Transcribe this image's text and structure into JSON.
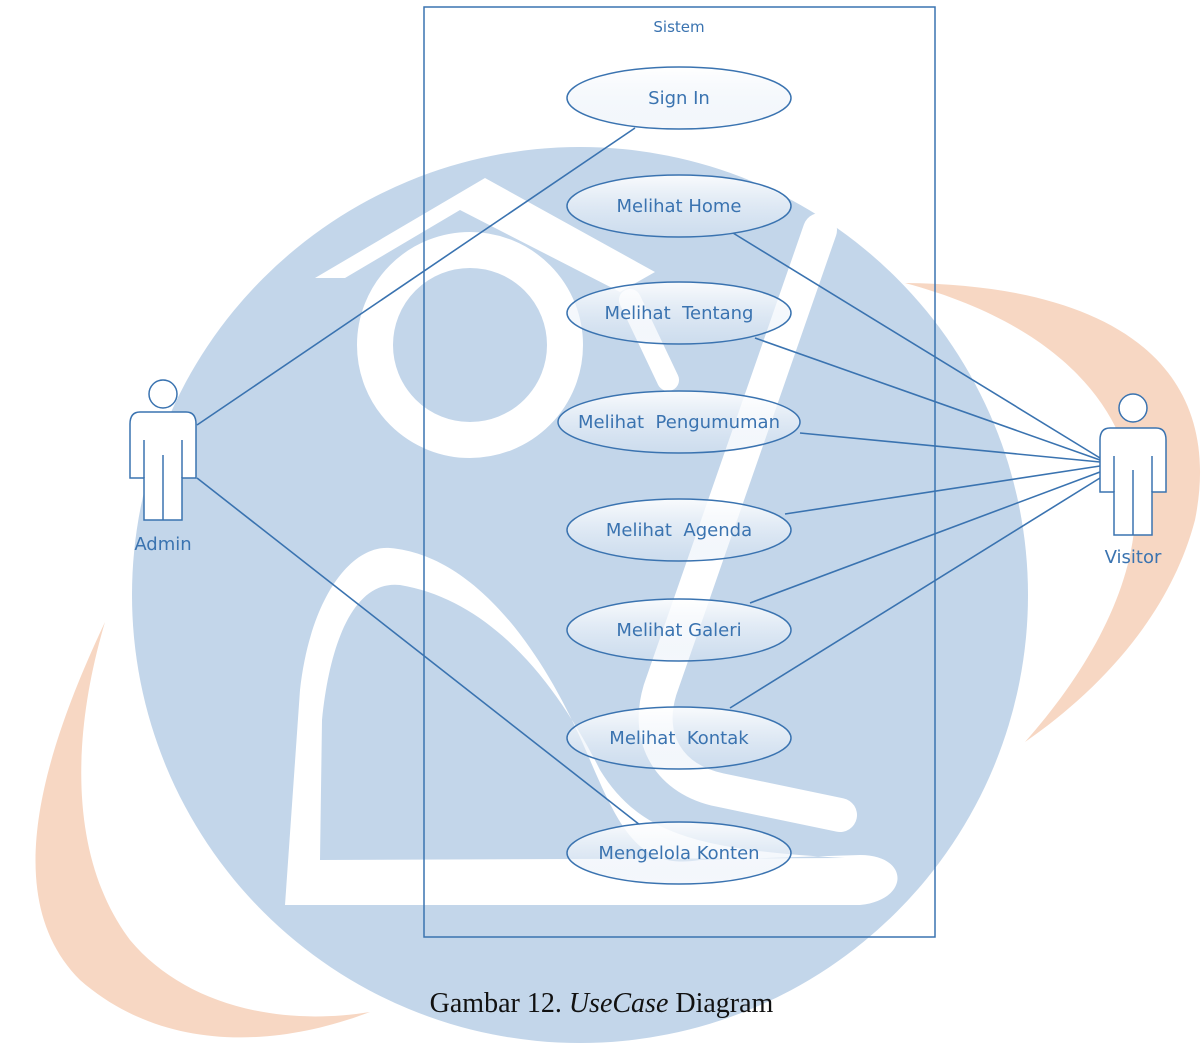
{
  "colors": {
    "line": "#3a73b0",
    "text": "#3a73b0",
    "watermark_blue": "#c3d6ea",
    "watermark_orange": "#f7d7c3"
  },
  "system": {
    "label": "Sistem"
  },
  "actors": {
    "admin": {
      "label": "Admin"
    },
    "visitor": {
      "label": "Visitor"
    }
  },
  "use_cases": [
    {
      "id": "sign-in",
      "label": "Sign In"
    },
    {
      "id": "melihat-home",
      "label": "Melihat Home"
    },
    {
      "id": "melihat-tentang",
      "label": "Melihat  Tentang"
    },
    {
      "id": "melihat-pengumuman",
      "label": "Melihat  Pengumuman"
    },
    {
      "id": "melihat-agenda",
      "label": "Melihat  Agenda"
    },
    {
      "id": "melihat-galeri",
      "label": "Melihat Galeri"
    },
    {
      "id": "melihat-kontak",
      "label": "Melihat  Kontak"
    },
    {
      "id": "mengelola-konten",
      "label": "Mengelola Konten"
    }
  ],
  "associations": [
    {
      "from": "admin",
      "to": "sign-in"
    },
    {
      "from": "admin",
      "to": "mengelola-konten"
    },
    {
      "from": "visitor",
      "to": "melihat-home"
    },
    {
      "from": "visitor",
      "to": "melihat-tentang"
    },
    {
      "from": "visitor",
      "to": "melihat-pengumuman"
    },
    {
      "from": "visitor",
      "to": "melihat-agenda"
    },
    {
      "from": "visitor",
      "to": "melihat-galeri"
    },
    {
      "from": "visitor",
      "to": "melihat-kontak"
    }
  ],
  "caption": {
    "prefix": "Gambar 12. ",
    "italic": "UseCase",
    "suffix": " Diagram"
  }
}
